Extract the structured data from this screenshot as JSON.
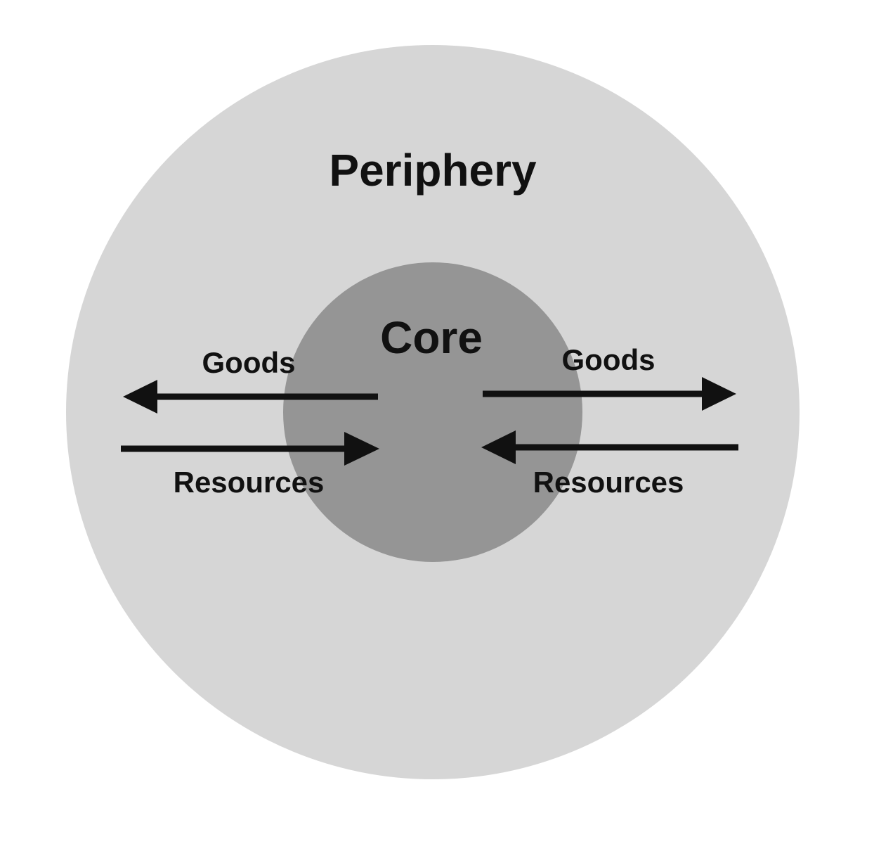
{
  "colors": {
    "background": "#ffffff",
    "periphery_fill": "#d6d6d6",
    "core_fill": "#959595",
    "arrow": "#111111",
    "text": "#111111"
  },
  "labels": {
    "periphery": "Periphery",
    "core": "Core",
    "goods_left": "Goods",
    "resources_left": "Resources",
    "goods_right": "Goods",
    "resources_right": "Resources"
  },
  "flows": [
    {
      "label": "Goods",
      "side": "left",
      "direction": "outward"
    },
    {
      "label": "Resources",
      "side": "left",
      "direction": "inward"
    },
    {
      "label": "Goods",
      "side": "right",
      "direction": "outward"
    },
    {
      "label": "Resources",
      "side": "right",
      "direction": "inward"
    }
  ]
}
